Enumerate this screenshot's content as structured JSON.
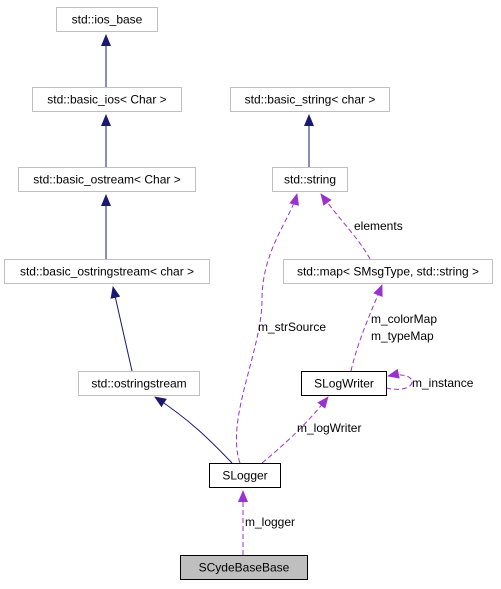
{
  "diagram": {
    "nodes": [
      {
        "id": "ios_base",
        "label": "std::ios_base",
        "style": "external"
      },
      {
        "id": "basic_ios",
        "label": "std::basic_ios< Char >",
        "style": "external"
      },
      {
        "id": "basic_ostream",
        "label": "std::basic_ostream< Char >",
        "style": "external"
      },
      {
        "id": "basic_ostringstream",
        "label": "std::basic_ostringstream< char >",
        "style": "external"
      },
      {
        "id": "ostringstream",
        "label": "std::ostringstream",
        "style": "external"
      },
      {
        "id": "basic_string",
        "label": "std::basic_string< char >",
        "style": "external"
      },
      {
        "id": "string",
        "label": "std::string",
        "style": "external"
      },
      {
        "id": "map",
        "label": "std::map< SMsgType, std::string >",
        "style": "external"
      },
      {
        "id": "slogwriter",
        "label": "SLogWriter",
        "style": "class"
      },
      {
        "id": "slogger",
        "label": "SLogger",
        "style": "class"
      },
      {
        "id": "scydebasebase",
        "label": "SCydeBaseBase",
        "style": "current"
      }
    ],
    "edges": [
      {
        "id": "e1",
        "from": "basic_ios",
        "to": "ios_base",
        "kind": "inheritance",
        "label": ""
      },
      {
        "id": "e2",
        "from": "basic_ostream",
        "to": "basic_ios",
        "kind": "inheritance",
        "label": ""
      },
      {
        "id": "e3",
        "from": "basic_ostringstream",
        "to": "basic_ostream",
        "kind": "inheritance",
        "label": ""
      },
      {
        "id": "e4",
        "from": "ostringstream",
        "to": "basic_ostringstream",
        "kind": "inheritance",
        "label": ""
      },
      {
        "id": "e5",
        "from": "string",
        "to": "basic_string",
        "kind": "inheritance",
        "label": ""
      },
      {
        "id": "e6",
        "from": "slogger",
        "to": "ostringstream",
        "kind": "inheritance",
        "label": ""
      },
      {
        "id": "e7",
        "from": "map",
        "to": "string",
        "kind": "usage",
        "label": "elements"
      },
      {
        "id": "e8",
        "from": "slogger",
        "to": "string",
        "kind": "usage",
        "label": "m_strSource"
      },
      {
        "id": "e9",
        "from": "slogwriter",
        "to": "map",
        "kind": "usage",
        "label": "m_colorMap\nm_typeMap"
      },
      {
        "id": "e10",
        "from": "slogwriter",
        "to": "slogwriter",
        "kind": "usage",
        "label": "m_instance"
      },
      {
        "id": "e11",
        "from": "slogger",
        "to": "slogwriter",
        "kind": "usage",
        "label": "m_logWriter"
      },
      {
        "id": "e12",
        "from": "scydebasebase",
        "to": "slogger",
        "kind": "usage",
        "label": "m_logger"
      }
    ]
  },
  "colors": {
    "inheritance": "#191970",
    "usage": "#9a32cd",
    "external_border": "#bfbfbf",
    "class_border": "#000000",
    "current_fill": "#bfbfbf"
  }
}
